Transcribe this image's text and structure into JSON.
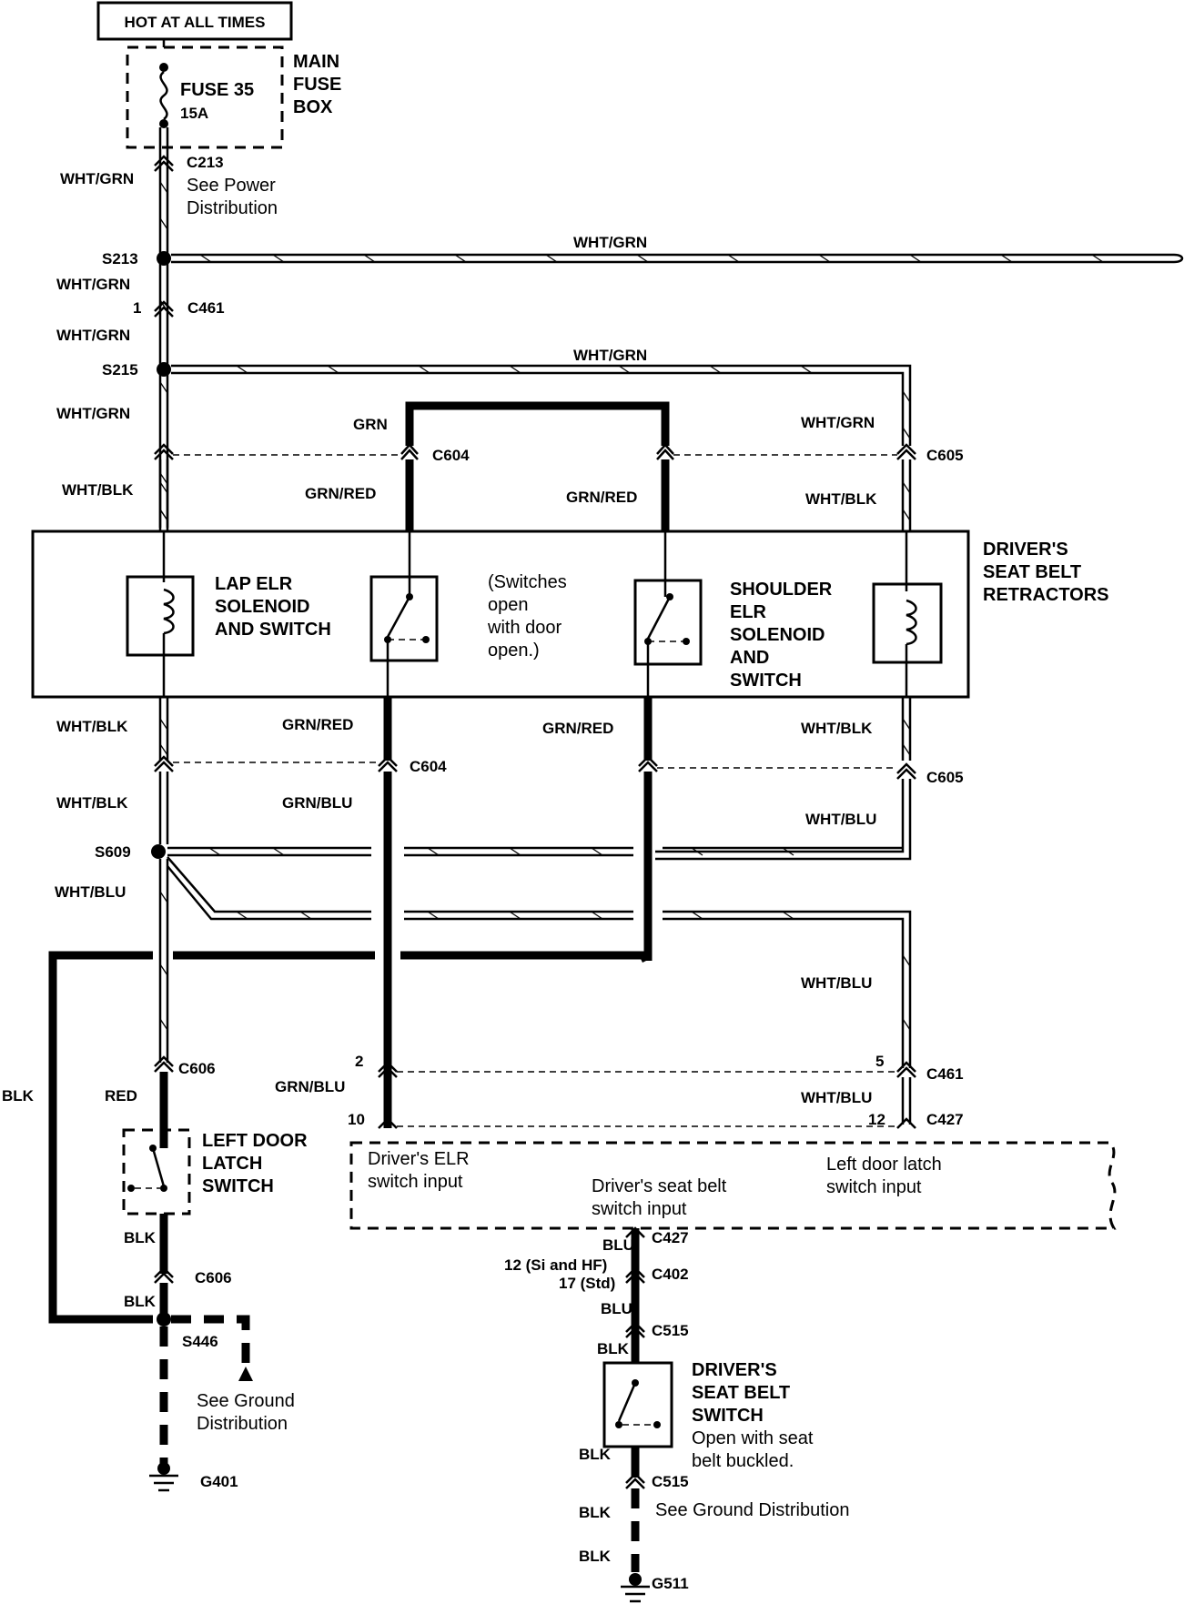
{
  "power": {
    "hot_label": "HOT AT ALL TIMES",
    "fuse_name": "FUSE 35",
    "fuse_rating": "15A",
    "fuse_box_line1": "MAIN",
    "fuse_box_line2": "FUSE",
    "fuse_box_line3": "BOX",
    "c213": "C213",
    "c213_note1": "See Power",
    "c213_note2": "Distribution"
  },
  "splices": {
    "s213": "S213",
    "s215": "S215",
    "s609": "S609",
    "s446": "S446"
  },
  "connectors": {
    "c461": "C461",
    "c461_pin1": "1",
    "c604": "C604",
    "c605": "C605",
    "c606": "C606",
    "c461_pin2": "2",
    "c461_pin5": "5",
    "c427": "C427",
    "c427_pin10": "10",
    "c427_pin12": "12",
    "c402": "C402",
    "c402_pin1": "12 (Si and HF)",
    "c402_pin2": "17 (Std)",
    "c515": "C515"
  },
  "wires": {
    "wht_grn": "WHT/GRN",
    "wht_blk": "WHT/BLK",
    "wht_blu": "WHT/BLU",
    "grn": "GRN",
    "grn_red": "GRN/RED",
    "grn_blu": "GRN/BLU",
    "red": "RED",
    "blk": "BLK",
    "blu": "BLU"
  },
  "retractors": {
    "title1": "DRIVER'S",
    "title2": "SEAT BELT",
    "title3": "RETRACTORS",
    "lap1": "LAP ELR",
    "lap2": "SOLENOID",
    "lap3": "AND SWITCH",
    "note1": "(Switches",
    "note2": "open",
    "note3": "with door",
    "note4": "open.)",
    "sh1": "SHOULDER",
    "sh2": "ELR",
    "sh3": "SOLENOID",
    "sh4": "AND",
    "sh5": "SWITCH"
  },
  "latch": {
    "line1": "LEFT DOOR",
    "line2": "LATCH",
    "line3": "SWITCH"
  },
  "control_unit": {
    "elr_in1": "Driver's ELR",
    "elr_in2": "switch input",
    "belt_in1": "Driver's seat belt",
    "belt_in2": "switch input",
    "latch_in1": "Left door latch",
    "latch_in2": "switch input"
  },
  "grounds": {
    "note1": "See Ground",
    "note2": "Distribution",
    "g401": "G401",
    "note_single": "See Ground Distribution",
    "g511": "G511"
  },
  "belt_switch": {
    "title1": "DRIVER'S",
    "title2": "SEAT BELT",
    "title3": "SWITCH",
    "note1": "Open with seat",
    "note2": "belt buckled."
  }
}
